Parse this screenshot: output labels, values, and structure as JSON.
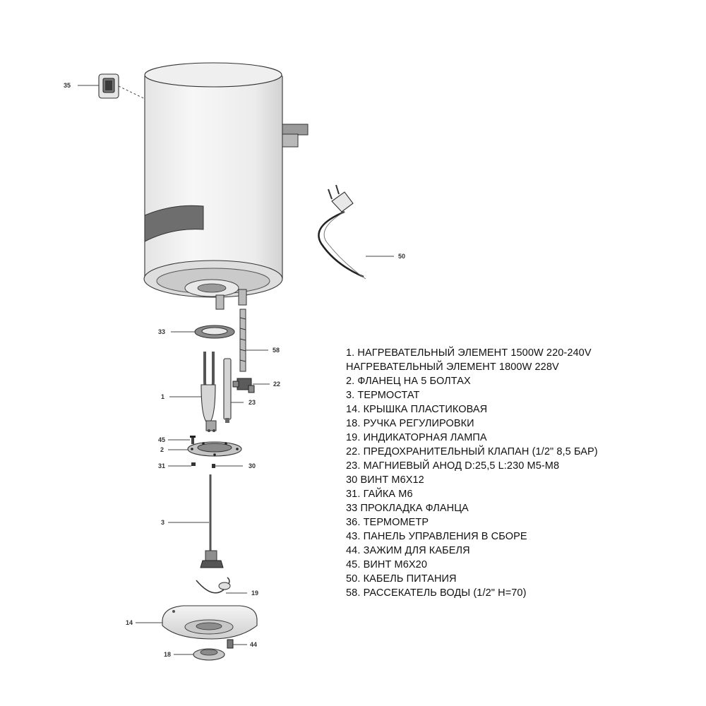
{
  "callouts": {
    "c35": "35",
    "c50": "50",
    "c33": "33",
    "c58": "58",
    "c22": "22",
    "c1": "1",
    "c23": "23",
    "c45": "45",
    "c2": "2",
    "c31": "31",
    "c30": "30",
    "c3": "3",
    "c19": "19",
    "c14": "14",
    "c44": "44",
    "c18": "18"
  },
  "legend": [
    "1. НАГРЕВАТЕЛЬНЫЙ ЭЛЕМЕНТ 1500W 220-240V",
    "НАГРЕВАТЕЛЬНЫЙ ЭЛЕМЕНТ 1800W 228V",
    "2. ФЛАНЕЦ НА 5 БОЛТАХ",
    "3. ТЕРМОСТАТ",
    "14. КРЫШКА ПЛАСТИКОВАЯ",
    "18. РУЧКА РЕГУЛИРОВКИ",
    "19. ИНДИКАТОРНАЯ ЛАМПА",
    "22. ПРЕДОХРАНИТЕЛЬНЫЙ КЛАПАН (1/2\" 8,5 БАР)",
    "23. МАГНИЕВЫЙ АНОД D:25,5 L:230 M5-M8",
    "30 ВИНТ М6Х12",
    "31. ГАЙКА М6",
    "33 ПРОКЛАДКА ФЛАНЦА",
    "36. ТЕРМОМЕТР",
    "43. ПАНЕЛЬ УПРАВЛЕНИЯ В СБОРЕ",
    "44. ЗАЖИМ ДЛЯ КАБЕЛЯ",
    "45. ВИНТ М6Х20",
    "50. КАБЕЛЬ ПИТАНИЯ",
    "58. РАССЕКАТЕЛЬ ВОДЫ (1/2\" H=70)"
  ]
}
